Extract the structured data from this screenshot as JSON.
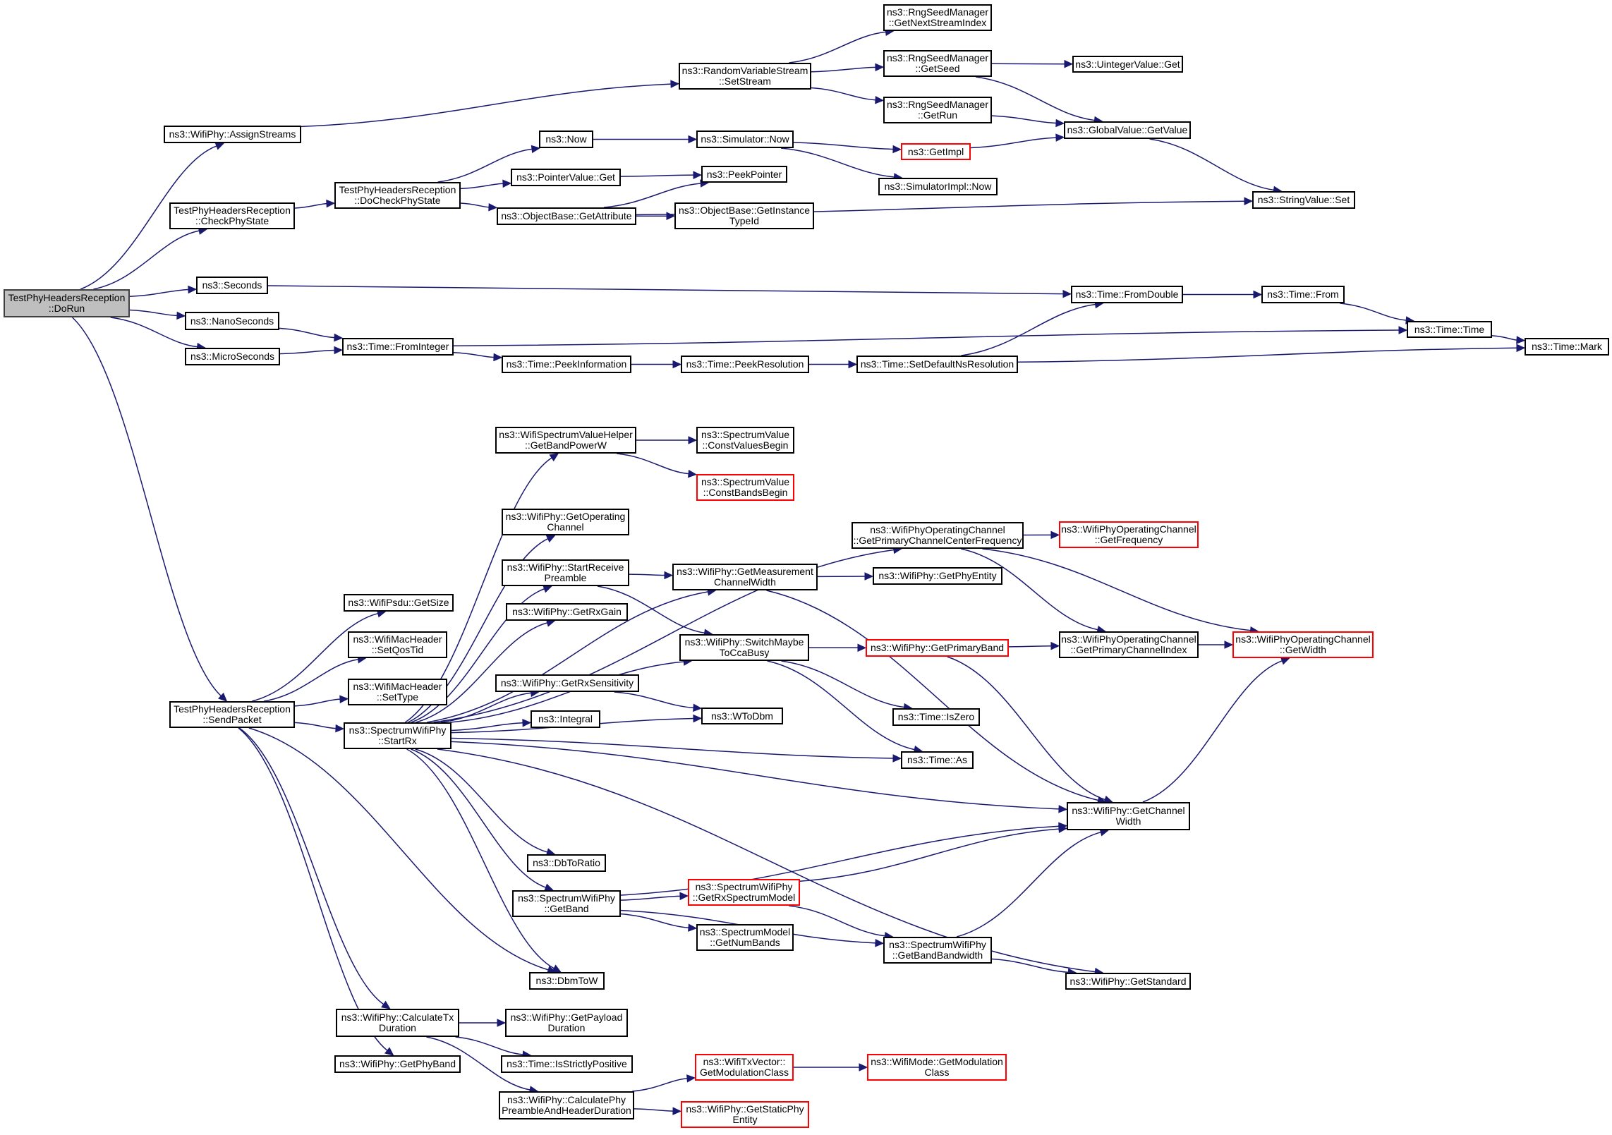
{
  "title": "Call graph of TestPhyHeadersReception::DoRun",
  "colors": {
    "edge": "#191970",
    "root_fill": "#bfbfbf",
    "node_border": "#000000",
    "truncated_border": "#ff0000"
  },
  "nodes": [
    {
      "id": "dorun",
      "label": "TestPhyHeadersReception\n::DoRun",
      "kind": "root"
    },
    {
      "id": "assignstreams",
      "label": "ns3::WifiPhy::AssignStreams",
      "kind": "normal"
    },
    {
      "id": "setstream",
      "label": "ns3::RandomVariableStream\n::SetStream",
      "kind": "normal"
    },
    {
      "id": "getnextstreamindex",
      "label": "ns3::RngSeedManager\n::GetNextStreamIndex",
      "kind": "normal"
    },
    {
      "id": "getseed",
      "label": "ns3::RngSeedManager\n::GetSeed",
      "kind": "normal"
    },
    {
      "id": "getrun",
      "label": "ns3::RngSeedManager\n::GetRun",
      "kind": "normal"
    },
    {
      "id": "uintegervalueget",
      "label": "ns3::UintegerValue::Get",
      "kind": "normal"
    },
    {
      "id": "globalvaluegetvalue",
      "label": "ns3::GlobalValue::GetValue",
      "kind": "normal"
    },
    {
      "id": "getimpl",
      "label": "ns3::GetImpl",
      "kind": "truncated"
    },
    {
      "id": "simulatornow",
      "label": "ns3::Simulator::Now",
      "kind": "normal"
    },
    {
      "id": "now",
      "label": "ns3::Now",
      "kind": "normal"
    },
    {
      "id": "pointervalueget",
      "label": "ns3::PointerValue::Get",
      "kind": "normal"
    },
    {
      "id": "peekpointer",
      "label": "ns3::PeekPointer",
      "kind": "normal"
    },
    {
      "id": "simulatorimplnow",
      "label": "ns3::SimulatorImpl::Now",
      "kind": "normal"
    },
    {
      "id": "docheckphystate",
      "label": "TestPhyHeadersReception\n::DoCheckPhyState",
      "kind": "normal"
    },
    {
      "id": "checkphystate",
      "label": "TestPhyHeadersReception\n::CheckPhyState",
      "kind": "normal"
    },
    {
      "id": "getattribute",
      "label": "ns3::ObjectBase::GetAttribute",
      "kind": "normal"
    },
    {
      "id": "getinstancetypeid",
      "label": "ns3::ObjectBase::GetInstance\nTypeId",
      "kind": "normal"
    },
    {
      "id": "stringvalueset",
      "label": "ns3::StringValue::Set",
      "kind": "normal"
    },
    {
      "id": "seconds",
      "label": "ns3::Seconds",
      "kind": "normal"
    },
    {
      "id": "nanoseconds",
      "label": "ns3::NanoSeconds",
      "kind": "normal"
    },
    {
      "id": "microseconds",
      "label": "ns3::MicroSeconds",
      "kind": "normal"
    },
    {
      "id": "fromdouble",
      "label": "ns3::Time::FromDouble",
      "kind": "normal"
    },
    {
      "id": "from",
      "label": "ns3::Time::From",
      "kind": "normal"
    },
    {
      "id": "timetime",
      "label": "ns3::Time::Time",
      "kind": "normal"
    },
    {
      "id": "timemark",
      "label": "ns3::Time::Mark",
      "kind": "normal"
    },
    {
      "id": "frominteger",
      "label": "ns3::Time::FromInteger",
      "kind": "normal"
    },
    {
      "id": "peekinformation",
      "label": "ns3::Time::PeekInformation",
      "kind": "normal"
    },
    {
      "id": "peekresolution",
      "label": "ns3::Time::PeekResolution",
      "kind": "normal"
    },
    {
      "id": "setdefaultnsresolution",
      "label": "ns3::Time::SetDefaultNsResolution",
      "kind": "normal"
    },
    {
      "id": "getbandpowerw",
      "label": "ns3::WifiSpectrumValueHelper\n::GetBandPowerW",
      "kind": "normal"
    },
    {
      "id": "constvaluesbegin",
      "label": "ns3::SpectrumValue\n::ConstValuesBegin",
      "kind": "normal"
    },
    {
      "id": "constbandsbegin",
      "label": "ns3::SpectrumValue\n::ConstBandsBegin",
      "kind": "truncated"
    },
    {
      "id": "getoperatingchannel",
      "label": "ns3::WifiPhy::GetOperating\nChannel",
      "kind": "normal"
    },
    {
      "id": "getprimarychannelcenterfrequency",
      "label": "ns3::WifiPhyOperatingChannel\n::GetPrimaryChannelCenterFrequency",
      "kind": "normal"
    },
    {
      "id": "getfrequency",
      "label": "ns3::WifiPhyOperatingChannel\n::GetFrequency",
      "kind": "truncated"
    },
    {
      "id": "startreceivepreamble",
      "label": "ns3::WifiPhy::StartReceive\nPreamble",
      "kind": "normal"
    },
    {
      "id": "getmeasurementchannelwidth",
      "label": "ns3::WifiPhy::GetMeasurement\nChannelWidth",
      "kind": "normal"
    },
    {
      "id": "getphyentity",
      "label": "ns3::WifiPhy::GetPhyEntity",
      "kind": "normal"
    },
    {
      "id": "getsize",
      "label": "ns3::WifiPsdu::GetSize",
      "kind": "normal"
    },
    {
      "id": "getrxgain",
      "label": "ns3::WifiPhy::GetRxGain",
      "kind": "normal"
    },
    {
      "id": "setqostid",
      "label": "ns3::WifiMacHeader\n::SetQosTid",
      "kind": "normal"
    },
    {
      "id": "switchmaybetoccabusy",
      "label": "ns3::WifiPhy::SwitchMaybe\nToCcaBusy",
      "kind": "normal"
    },
    {
      "id": "getprimaryband",
      "label": "ns3::WifiPhy::GetPrimaryBand",
      "kind": "truncated"
    },
    {
      "id": "getprimarychannelindex",
      "label": "ns3::WifiPhyOperatingChannel\n::GetPrimaryChannelIndex",
      "kind": "normal"
    },
    {
      "id": "getwidth",
      "label": "ns3::WifiPhyOperatingChannel\n::GetWidth",
      "kind": "truncated"
    },
    {
      "id": "settype",
      "label": "ns3::WifiMacHeader\n::SetType",
      "kind": "normal"
    },
    {
      "id": "getrxsensitivity",
      "label": "ns3::WifiPhy::GetRxSensitivity",
      "kind": "normal"
    },
    {
      "id": "sendpacket",
      "label": "TestPhyHeadersReception\n::SendPacket",
      "kind": "normal"
    },
    {
      "id": "integral",
      "label": "ns3::Integral",
      "kind": "normal"
    },
    {
      "id": "wtodbm",
      "label": "ns3::WToDbm",
      "kind": "normal"
    },
    {
      "id": "iszero",
      "label": "ns3::Time::IsZero",
      "kind": "normal"
    },
    {
      "id": "startrx",
      "label": "ns3::SpectrumWifiPhy\n::StartRx",
      "kind": "normal"
    },
    {
      "id": "timeas",
      "label": "ns3::Time::As",
      "kind": "normal"
    },
    {
      "id": "getchannelwidth",
      "label": "ns3::WifiPhy::GetChannel\nWidth",
      "kind": "normal"
    },
    {
      "id": "dbtoratio",
      "label": "ns3::DbToRatio",
      "kind": "normal"
    },
    {
      "id": "getband",
      "label": "ns3::SpectrumWifiPhy\n::GetBand",
      "kind": "normal"
    },
    {
      "id": "getrxspectrummodel",
      "label": "ns3::SpectrumWifiPhy\n::GetRxSpectrumModel",
      "kind": "truncated"
    },
    {
      "id": "getnumbands",
      "label": "ns3::SpectrumModel\n::GetNumBands",
      "kind": "normal"
    },
    {
      "id": "getbandbandwidth",
      "label": "ns3::SpectrumWifiPhy\n::GetBandBandwidth",
      "kind": "normal"
    },
    {
      "id": "dbmtow",
      "label": "ns3::DbmToW",
      "kind": "normal"
    },
    {
      "id": "getstandard",
      "label": "ns3::WifiPhy::GetStandard",
      "kind": "normal"
    },
    {
      "id": "calculatetxduration",
      "label": "ns3::WifiPhy::CalculateTx\nDuration",
      "kind": "normal"
    },
    {
      "id": "getpayloadduration",
      "label": "ns3::WifiPhy::GetPayload\nDuration",
      "kind": "normal"
    },
    {
      "id": "getphyband",
      "label": "ns3::WifiPhy::GetPhyBand",
      "kind": "normal"
    },
    {
      "id": "isstrictlypositive",
      "label": "ns3::Time::IsStrictlyPositive",
      "kind": "normal"
    },
    {
      "id": "txvectorgetmodulationclass",
      "label": "ns3::WifiTxVector::\nGetModulationClass",
      "kind": "truncated"
    },
    {
      "id": "wifimodegetmodulationclass",
      "label": "ns3::WifiMode::GetModulation\nClass",
      "kind": "truncated"
    },
    {
      "id": "calculatephypreambleandheaderduration",
      "label": "ns3::WifiPhy::CalculatePhy\nPreambleAndHeaderDuration",
      "kind": "normal"
    },
    {
      "id": "getstaticphyentity",
      "label": "ns3::WifiPhy::GetStaticPhy\nEntity",
      "kind": "truncated"
    }
  ],
  "edges": [
    [
      "dorun",
      "assignstreams"
    ],
    [
      "dorun",
      "checkphystate"
    ],
    [
      "dorun",
      "seconds"
    ],
    [
      "dorun",
      "nanoseconds"
    ],
    [
      "dorun",
      "microseconds"
    ],
    [
      "dorun",
      "sendpacket"
    ],
    [
      "assignstreams",
      "setstream"
    ],
    [
      "setstream",
      "getnextstreamindex"
    ],
    [
      "setstream",
      "getseed"
    ],
    [
      "setstream",
      "getrun"
    ],
    [
      "getseed",
      "uintegervalueget"
    ],
    [
      "getseed",
      "globalvaluegetvalue"
    ],
    [
      "getrun",
      "globalvaluegetvalue"
    ],
    [
      "globalvaluegetvalue",
      "stringvalueset"
    ],
    [
      "checkphystate",
      "docheckphystate"
    ],
    [
      "docheckphystate",
      "now"
    ],
    [
      "docheckphystate",
      "pointervalueget"
    ],
    [
      "docheckphystate",
      "getattribute"
    ],
    [
      "now",
      "simulatornow"
    ],
    [
      "simulatornow",
      "getimpl"
    ],
    [
      "simulatornow",
      "simulatorimplnow"
    ],
    [
      "getimpl",
      "globalvaluegetvalue"
    ],
    [
      "pointervalueget",
      "peekpointer"
    ],
    [
      "getattribute",
      "peekpointer"
    ],
    [
      "getattribute",
      "getinstancetypeid"
    ],
    [
      "getattribute",
      "stringvalueset"
    ],
    [
      "seconds",
      "fromdouble"
    ],
    [
      "fromdouble",
      "from"
    ],
    [
      "from",
      "timetime"
    ],
    [
      "timetime",
      "timemark"
    ],
    [
      "nanoseconds",
      "frominteger"
    ],
    [
      "microseconds",
      "frominteger"
    ],
    [
      "frominteger",
      "timetime"
    ],
    [
      "frominteger",
      "peekinformation"
    ],
    [
      "peekinformation",
      "peekresolution"
    ],
    [
      "peekresolution",
      "setdefaultnsresolution"
    ],
    [
      "setdefaultnsresolution",
      "fromdouble"
    ],
    [
      "setdefaultnsresolution",
      "timemark"
    ],
    [
      "sendpacket",
      "getsize"
    ],
    [
      "sendpacket",
      "setqostid"
    ],
    [
      "sendpacket",
      "settype"
    ],
    [
      "sendpacket",
      "startrx"
    ],
    [
      "sendpacket",
      "dbmtow"
    ],
    [
      "sendpacket",
      "calculatetxduration"
    ],
    [
      "sendpacket",
      "getphyband"
    ],
    [
      "startrx",
      "getbandpowerw"
    ],
    [
      "startrx",
      "getoperatingchannel"
    ],
    [
      "startrx",
      "startreceivepreamble"
    ],
    [
      "startrx",
      "getrxgain"
    ],
    [
      "startrx",
      "getrxsensitivity"
    ],
    [
      "startrx",
      "integral"
    ],
    [
      "startrx",
      "wtodbm"
    ],
    [
      "startrx",
      "switchmaybetoccabusy"
    ],
    [
      "startrx",
      "getmeasurementchannelwidth"
    ],
    [
      "startrx",
      "getprimarychannelcenterfrequency"
    ],
    [
      "startrx",
      "timeas"
    ],
    [
      "startrx",
      "getchannelwidth"
    ],
    [
      "startrx",
      "dbtoratio"
    ],
    [
      "startrx",
      "getband"
    ],
    [
      "startrx",
      "dbmtow"
    ],
    [
      "startrx",
      "getstandard"
    ],
    [
      "getbandpowerw",
      "constvaluesbegin"
    ],
    [
      "getbandpowerw",
      "constbandsbegin"
    ],
    [
      "getprimarychannelcenterfrequency",
      "getfrequency"
    ],
    [
      "getprimarychannelcenterfrequency",
      "getprimarychannelindex"
    ],
    [
      "getprimarychannelcenterfrequency",
      "getwidth"
    ],
    [
      "startreceivepreamble",
      "getmeasurementchannelwidth"
    ],
    [
      "startreceivepreamble",
      "switchmaybetoccabusy"
    ],
    [
      "getmeasurementchannelwidth",
      "getphyentity"
    ],
    [
      "getmeasurementchannelwidth",
      "getchannelwidth"
    ],
    [
      "getrxsensitivity",
      "wtodbm"
    ],
    [
      "switchmaybetoccabusy",
      "getprimaryband"
    ],
    [
      "switchmaybetoccabusy",
      "iszero"
    ],
    [
      "switchmaybetoccabusy",
      "timeas"
    ],
    [
      "getprimaryband",
      "getprimarychannelindex"
    ],
    [
      "getprimaryband",
      "getchannelwidth"
    ],
    [
      "getprimarychannelindex",
      "getwidth"
    ],
    [
      "getchannelwidth",
      "getwidth"
    ],
    [
      "getband",
      "getrxspectrummodel"
    ],
    [
      "getband",
      "getnumbands"
    ],
    [
      "getband",
      "getbandbandwidth"
    ],
    [
      "getband",
      "getchannelwidth"
    ],
    [
      "getrxspectrummodel",
      "getchannelwidth"
    ],
    [
      "getrxspectrummodel",
      "getbandbandwidth"
    ],
    [
      "getbandbandwidth",
      "getchannelwidth"
    ],
    [
      "getbandbandwidth",
      "getstandard"
    ],
    [
      "calculatetxduration",
      "getpayloadduration"
    ],
    [
      "calculatetxduration",
      "isstrictlypositive"
    ],
    [
      "calculatetxduration",
      "calculatephypreambleandheaderduration"
    ],
    [
      "calculatephypreambleandheaderduration",
      "txvectorgetmodulationclass"
    ],
    [
      "calculatephypreambleandheaderduration",
      "getstaticphyentity"
    ],
    [
      "txvectorgetmodulationclass",
      "wifimodegetmodulationclass"
    ]
  ]
}
